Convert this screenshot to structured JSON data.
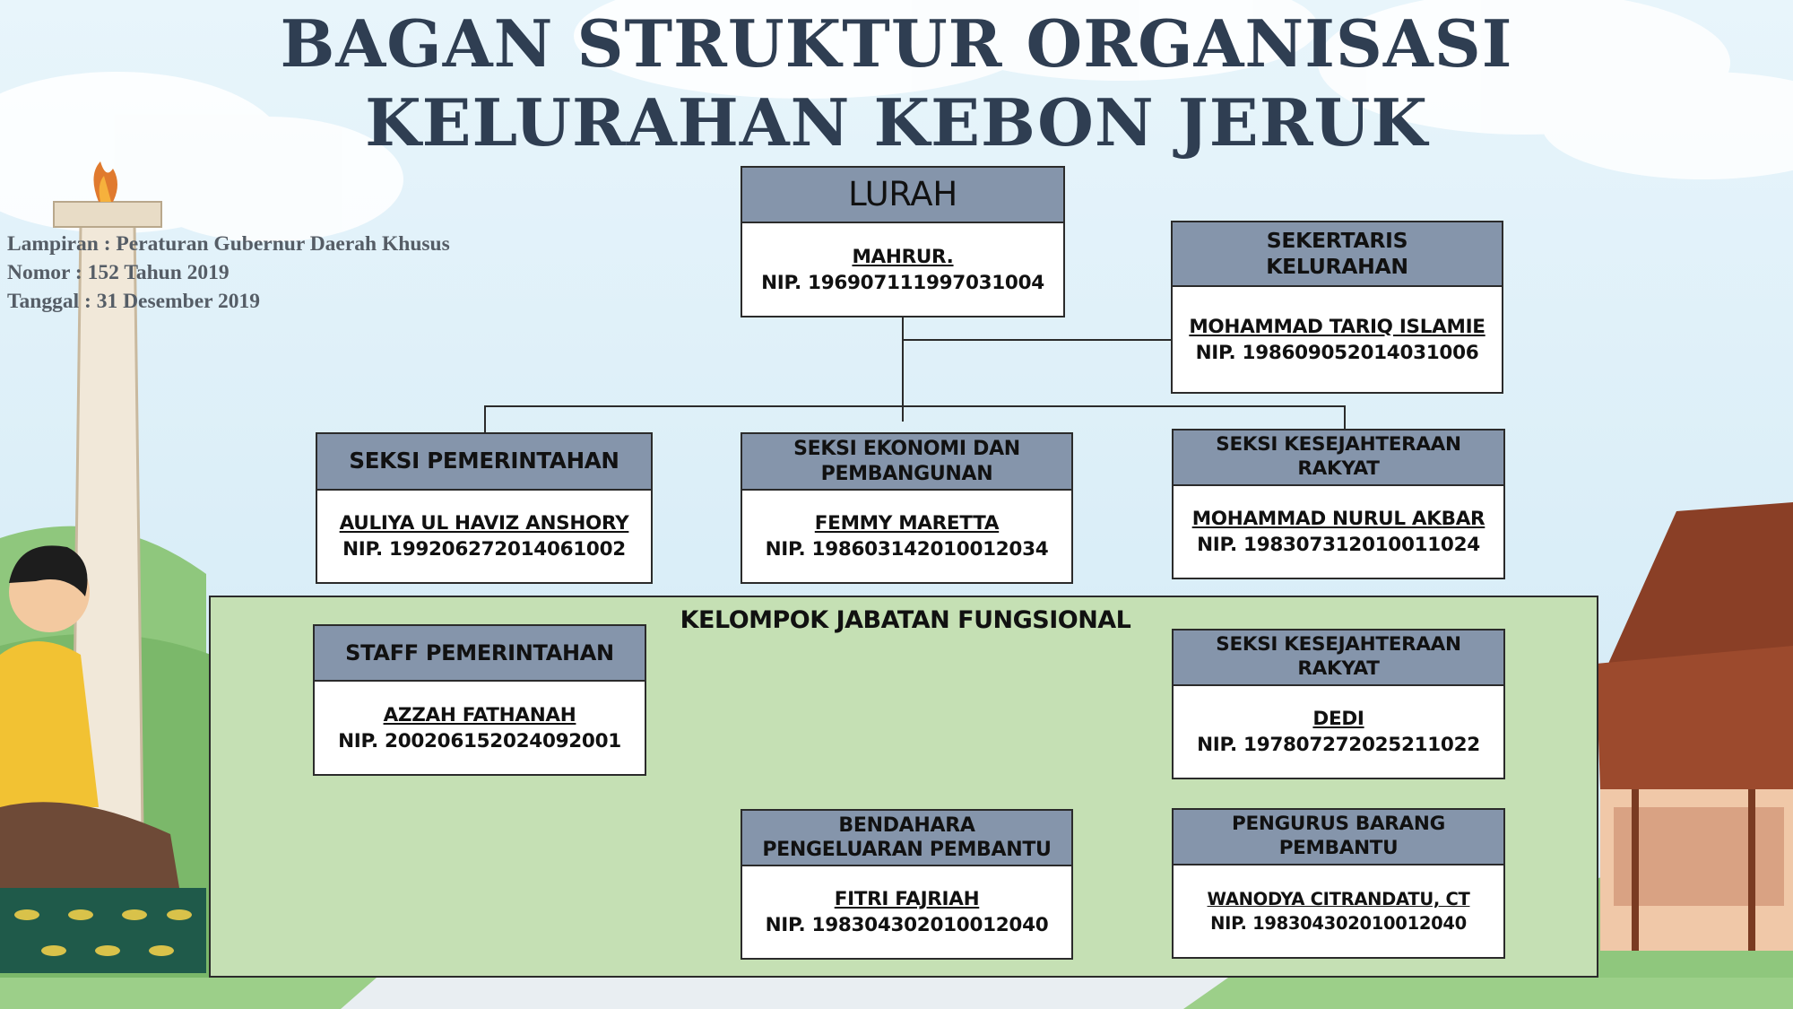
{
  "title": {
    "line1": "BAGAN STRUKTUR ORGANISASI",
    "line2": "KELURAHAN KEBON JERUK"
  },
  "lampiran": {
    "line1": "Lampiran : Peraturan Gubernur Daerah Khusus",
    "line2": "Nomor : 152 Tahun 2019",
    "line3": "Tanggal : 31 Desember 2019"
  },
  "lurah": {
    "heading": "LURAH",
    "name": "MAHRUR.",
    "nip": "NIP. 196907111997031004"
  },
  "sekretaris": {
    "heading_line1": "SEKERTARIS",
    "heading_line2": "KELURAHAN",
    "name": "MOHAMMAD TARIQ ISLAMIE",
    "nip": "NIP. 198609052014031006"
  },
  "seksi_pemerintahan": {
    "heading": "SEKSI PEMERINTAHAN",
    "name": "AULIYA UL HAVIZ ANSHORY",
    "nip": "NIP. 199206272014061002"
  },
  "seksi_ekonomi": {
    "heading_line1": "SEKSI EKONOMI DAN",
    "heading_line2": "PEMBANGUNAN",
    "name": "FEMMY MARETTA",
    "nip": "NIP. 198603142010012034"
  },
  "seksi_kesra": {
    "heading": "SEKSI KESEJAHTERAAN RAKYAT",
    "name": "MOHAMMAD NURUL AKBAR",
    "nip": "NIP. 198307312010011024"
  },
  "kelompok": {
    "title": "KELOMPOK JABATAN FUNGSIONAL"
  },
  "staff_pemerintahan": {
    "heading": "STAFF PEMERINTAHAN",
    "name": "AZZAH FATHANAH",
    "nip": "NIP. 200206152024092001"
  },
  "seksi_kesra_2": {
    "heading": "SEKSI KESEJAHTERAAN RAKYAT",
    "name": "DEDI",
    "nip": "NIP. 197807272025211022"
  },
  "bendahara": {
    "heading_line1": "BENDAHARA",
    "heading_line2": "PENGELUARAN PEMBANTU",
    "name": "FITRI FAJRIAH",
    "nip": "NIP. 198304302010012040"
  },
  "pengurus_barang": {
    "heading": "PENGURUS BARANG PEMBANTU",
    "name": "WANODYA CITRANDATU, CT",
    "nip": "NIP. 198304302010012040"
  },
  "colors": {
    "sky": "#d6ecf8",
    "title_text": "#2f3e52",
    "box_header": "#8595ab",
    "group_panel": "#c5e0b4",
    "grass": "#8fc77d",
    "roof": "#8a3f26"
  }
}
